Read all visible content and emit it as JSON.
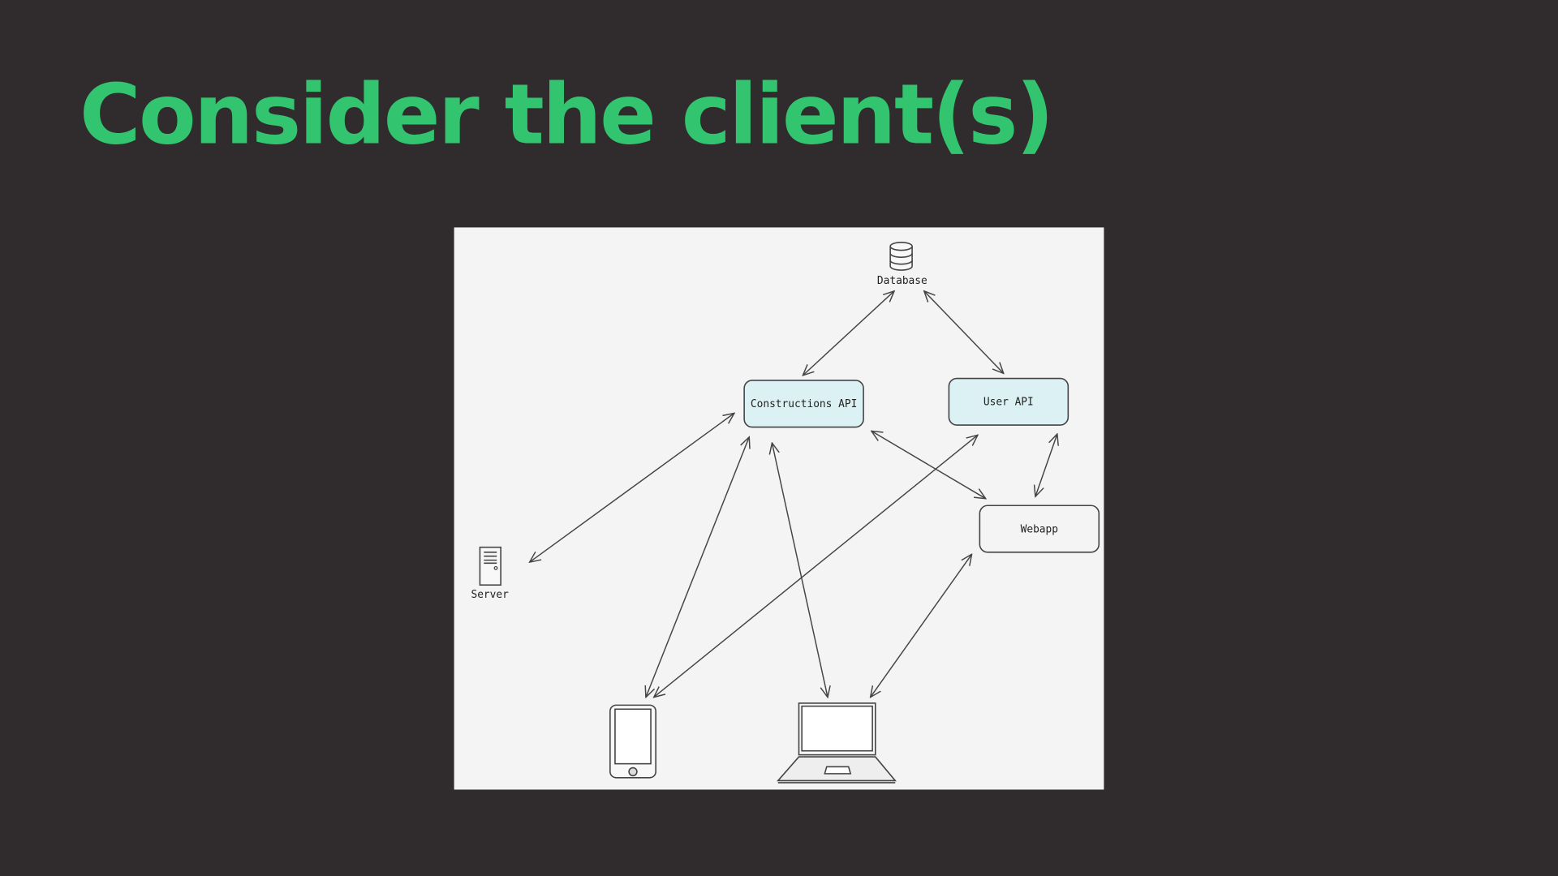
{
  "slide": {
    "title": "Consider the client(s)",
    "title_color": "#33c46f",
    "background": "#302c2d"
  },
  "diagram": {
    "nodes": {
      "database": {
        "label": "Database",
        "icon": "database-icon"
      },
      "constructions_api": {
        "label": "Constructions API",
        "fill": "#dcf1f4"
      },
      "user_api": {
        "label": "User API",
        "fill": "#dcf1f4"
      },
      "webapp": {
        "label": "Webapp"
      },
      "server": {
        "label": "Server",
        "icon": "server-icon"
      },
      "phone": {
        "icon": "mobile-phone-icon"
      },
      "laptop": {
        "icon": "laptop-icon"
      }
    },
    "connections": [
      {
        "from": "database",
        "to": "constructions_api",
        "bidirectional": true
      },
      {
        "from": "database",
        "to": "user_api",
        "bidirectional": true
      },
      {
        "from": "server",
        "to": "constructions_api",
        "bidirectional": true
      },
      {
        "from": "phone",
        "to": "constructions_api",
        "bidirectional": true
      },
      {
        "from": "laptop",
        "to": "constructions_api",
        "bidirectional": true
      },
      {
        "from": "phone",
        "to": "user_api",
        "bidirectional": true
      },
      {
        "from": "constructions_api",
        "to": "webapp",
        "bidirectional": true
      },
      {
        "from": "user_api",
        "to": "webapp",
        "bidirectional": true
      },
      {
        "from": "laptop",
        "to": "webapp",
        "bidirectional": true
      }
    ]
  }
}
